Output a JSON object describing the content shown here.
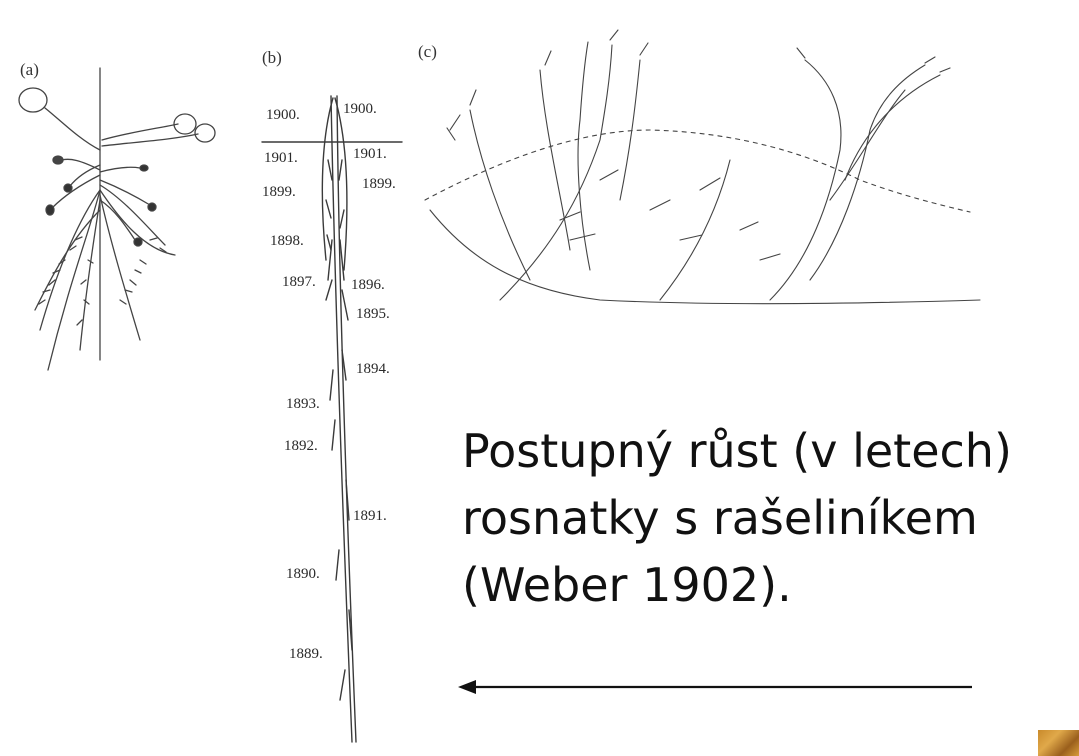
{
  "panels": {
    "a": "(a)",
    "b": "(b)",
    "c": "(c)"
  },
  "years": {
    "y1900l": "1900.",
    "y1900r": "1900.",
    "y1901l": "1901.",
    "y1901r": "1901.",
    "y1899l": "1899.",
    "y1899r": "1899.",
    "y1898": "1898.",
    "y1897": "1897.",
    "y1896": "1896.",
    "y1895": "1895.",
    "y1894": "1894.",
    "y1893": "1893.",
    "y1892": "1892.",
    "y1891": "1891.",
    "y1890": "1890.",
    "y1889": "1889."
  },
  "caption": {
    "line1": "Postupný růst (v letech)",
    "line2": "rosnatky s rašeliníkem",
    "line3": "(Weber 1902)."
  },
  "arrow": {
    "direction": "left"
  }
}
